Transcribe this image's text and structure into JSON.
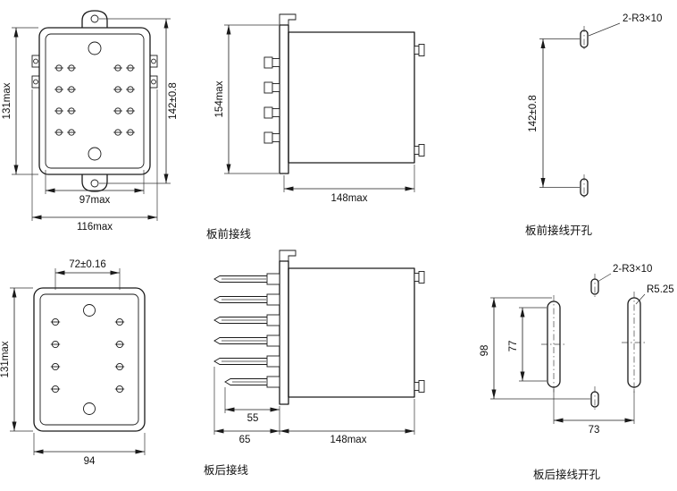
{
  "palette": {
    "background": "#ffffff",
    "line": "#1a1a1a"
  },
  "drawing": {
    "front_view": {
      "dim_height_body": "131max",
      "dim_height_holes": "142±0.8",
      "dim_width_inner": "97max",
      "dim_width_outer": "116max"
    },
    "side_front": {
      "dim_height": "154max",
      "dim_depth": "148max",
      "caption": "板前接线"
    },
    "holes_front": {
      "note_slots": "2-R3×10",
      "dim_spacing": "142±0.8",
      "caption": "板前接线开孔"
    },
    "rear_view": {
      "dim_pin_spacing": "72±0.16",
      "dim_height": "131max",
      "dim_width": "94"
    },
    "side_rear": {
      "dim_blade_short": "55",
      "dim_blade_long": "65",
      "dim_depth": "148max",
      "caption": "板后接线"
    },
    "holes_rear": {
      "note_slots": "2-R3×10",
      "note_radius": "R5.25",
      "dim_height_overall": "98",
      "dim_slot_length": "77",
      "dim_slot_spacing": "73",
      "caption": "板后接线开孔"
    }
  }
}
